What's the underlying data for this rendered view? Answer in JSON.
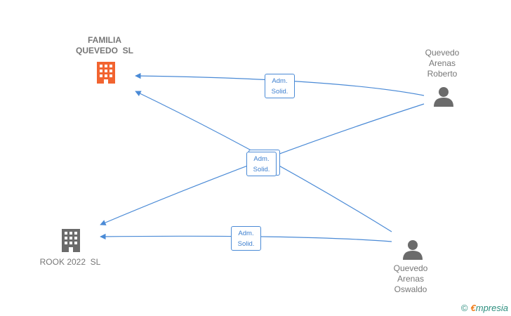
{
  "nodes": {
    "familia": {
      "lines": [
        "FAMILIA",
        "QUEVEDO  SL"
      ],
      "icon": "building-icon",
      "color": "#f26430"
    },
    "rook": {
      "lines": [
        "ROOK 2022  SL"
      ],
      "icon": "building-icon",
      "color": "#666666"
    },
    "roberto": {
      "lines": [
        "Quevedo",
        "Arenas",
        "Roberto"
      ],
      "icon": "person-icon",
      "color": "#666666"
    },
    "oswaldo": {
      "lines": [
        "Quevedo",
        "Arenas",
        "Oswaldo"
      ],
      "icon": "person-icon",
      "color": "#666666"
    }
  },
  "edges": [
    {
      "from": "roberto",
      "to": "familia",
      "label": [
        "Adm.",
        "Solid."
      ]
    },
    {
      "from": "roberto",
      "to": "rook",
      "label": [
        "Adm.",
        "Solid."
      ]
    },
    {
      "from": "oswaldo",
      "to": "familia",
      "label": [
        "Adm.",
        "Solid."
      ]
    },
    {
      "from": "oswaldo",
      "to": "rook",
      "label": [
        "Adm.",
        "Solid."
      ]
    }
  ],
  "colors": {
    "edge": "#4a8ad6",
    "label_text": "#3d7fcf"
  },
  "footer": {
    "copyright": "©",
    "brand_initial": "€",
    "brand_rest": "mpresia"
  }
}
